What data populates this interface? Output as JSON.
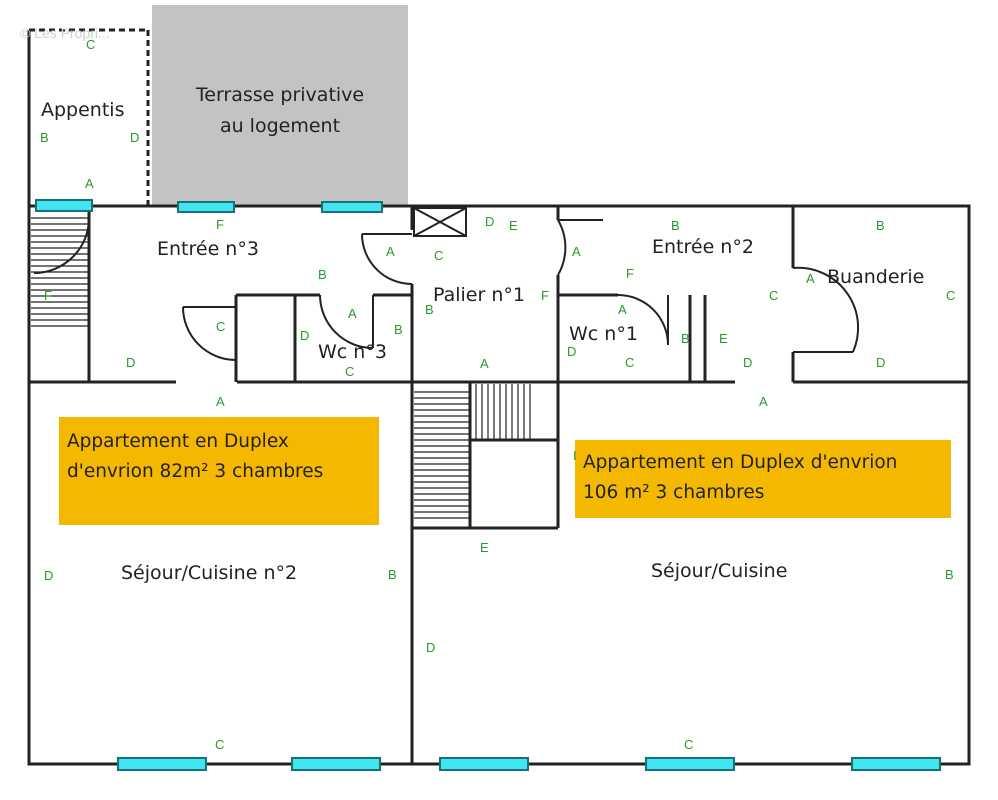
{
  "watermark": "© Les Propri...",
  "colors": {
    "wall": "#222222",
    "window": "#3ee6f0",
    "note_bg": "#f5b800",
    "terrace": "#c3c3c3",
    "wall_letter": "#2a9a2a"
  },
  "terrace": {
    "line1": "Terrasse privative",
    "line2": "au logement"
  },
  "rooms": {
    "appentis": "Appentis",
    "entree3": "Entrée n°3",
    "wc3": "Wc n°3",
    "palier1": "Palier n°1",
    "wc1": "Wc n°1",
    "entree2": "Entrée n°2",
    "buanderie": "Buanderie",
    "sejour_cuisine2": "Séjour/Cuisine n°2",
    "sejour_cuisine": "Séjour/Cuisine"
  },
  "notes": {
    "left": {
      "line1": "Appartement en Duplex",
      "line2": "d'envrion 82m² 3 chambres"
    },
    "right": {
      "line1": "Appartement en Duplex d'envrion",
      "line2": "106 m² 3 chambres"
    }
  },
  "wall_letters": {
    "appentis_c": "C",
    "appentis_b": "B",
    "appentis_d": "D",
    "appentis_a": "A",
    "e3_f": "F",
    "e3_stair_f": "F",
    "e3_b": "B",
    "e3_a": "A",
    "e3_c": "C",
    "e3_d": "D",
    "wc3_d": "D",
    "wc3_a": "A",
    "wc3_b": "B",
    "wc3_c": "C",
    "pal_d": "D",
    "pal_e": "E",
    "pal_c": "C",
    "pal_b": "B",
    "pal_f": "F",
    "pal_a": "A",
    "e2_b": "B",
    "e2_a": "A",
    "e2_f": "F",
    "e2_c": "C",
    "e2_e": "E",
    "e2_d": "D",
    "wc1_a": "A",
    "wc1_d": "D",
    "wc1_b": "B",
    "wc1_c": "C",
    "bu_b": "B",
    "bu_a": "A",
    "bu_c": "C",
    "bu_d": "D",
    "s2_a": "A",
    "s2_d": "D",
    "s2_b": "B",
    "s2_c": "C",
    "s_a": "A",
    "s_e": "E",
    "s_b": "B",
    "s_d": "D",
    "s_c": "C",
    "s_i": "I"
  }
}
